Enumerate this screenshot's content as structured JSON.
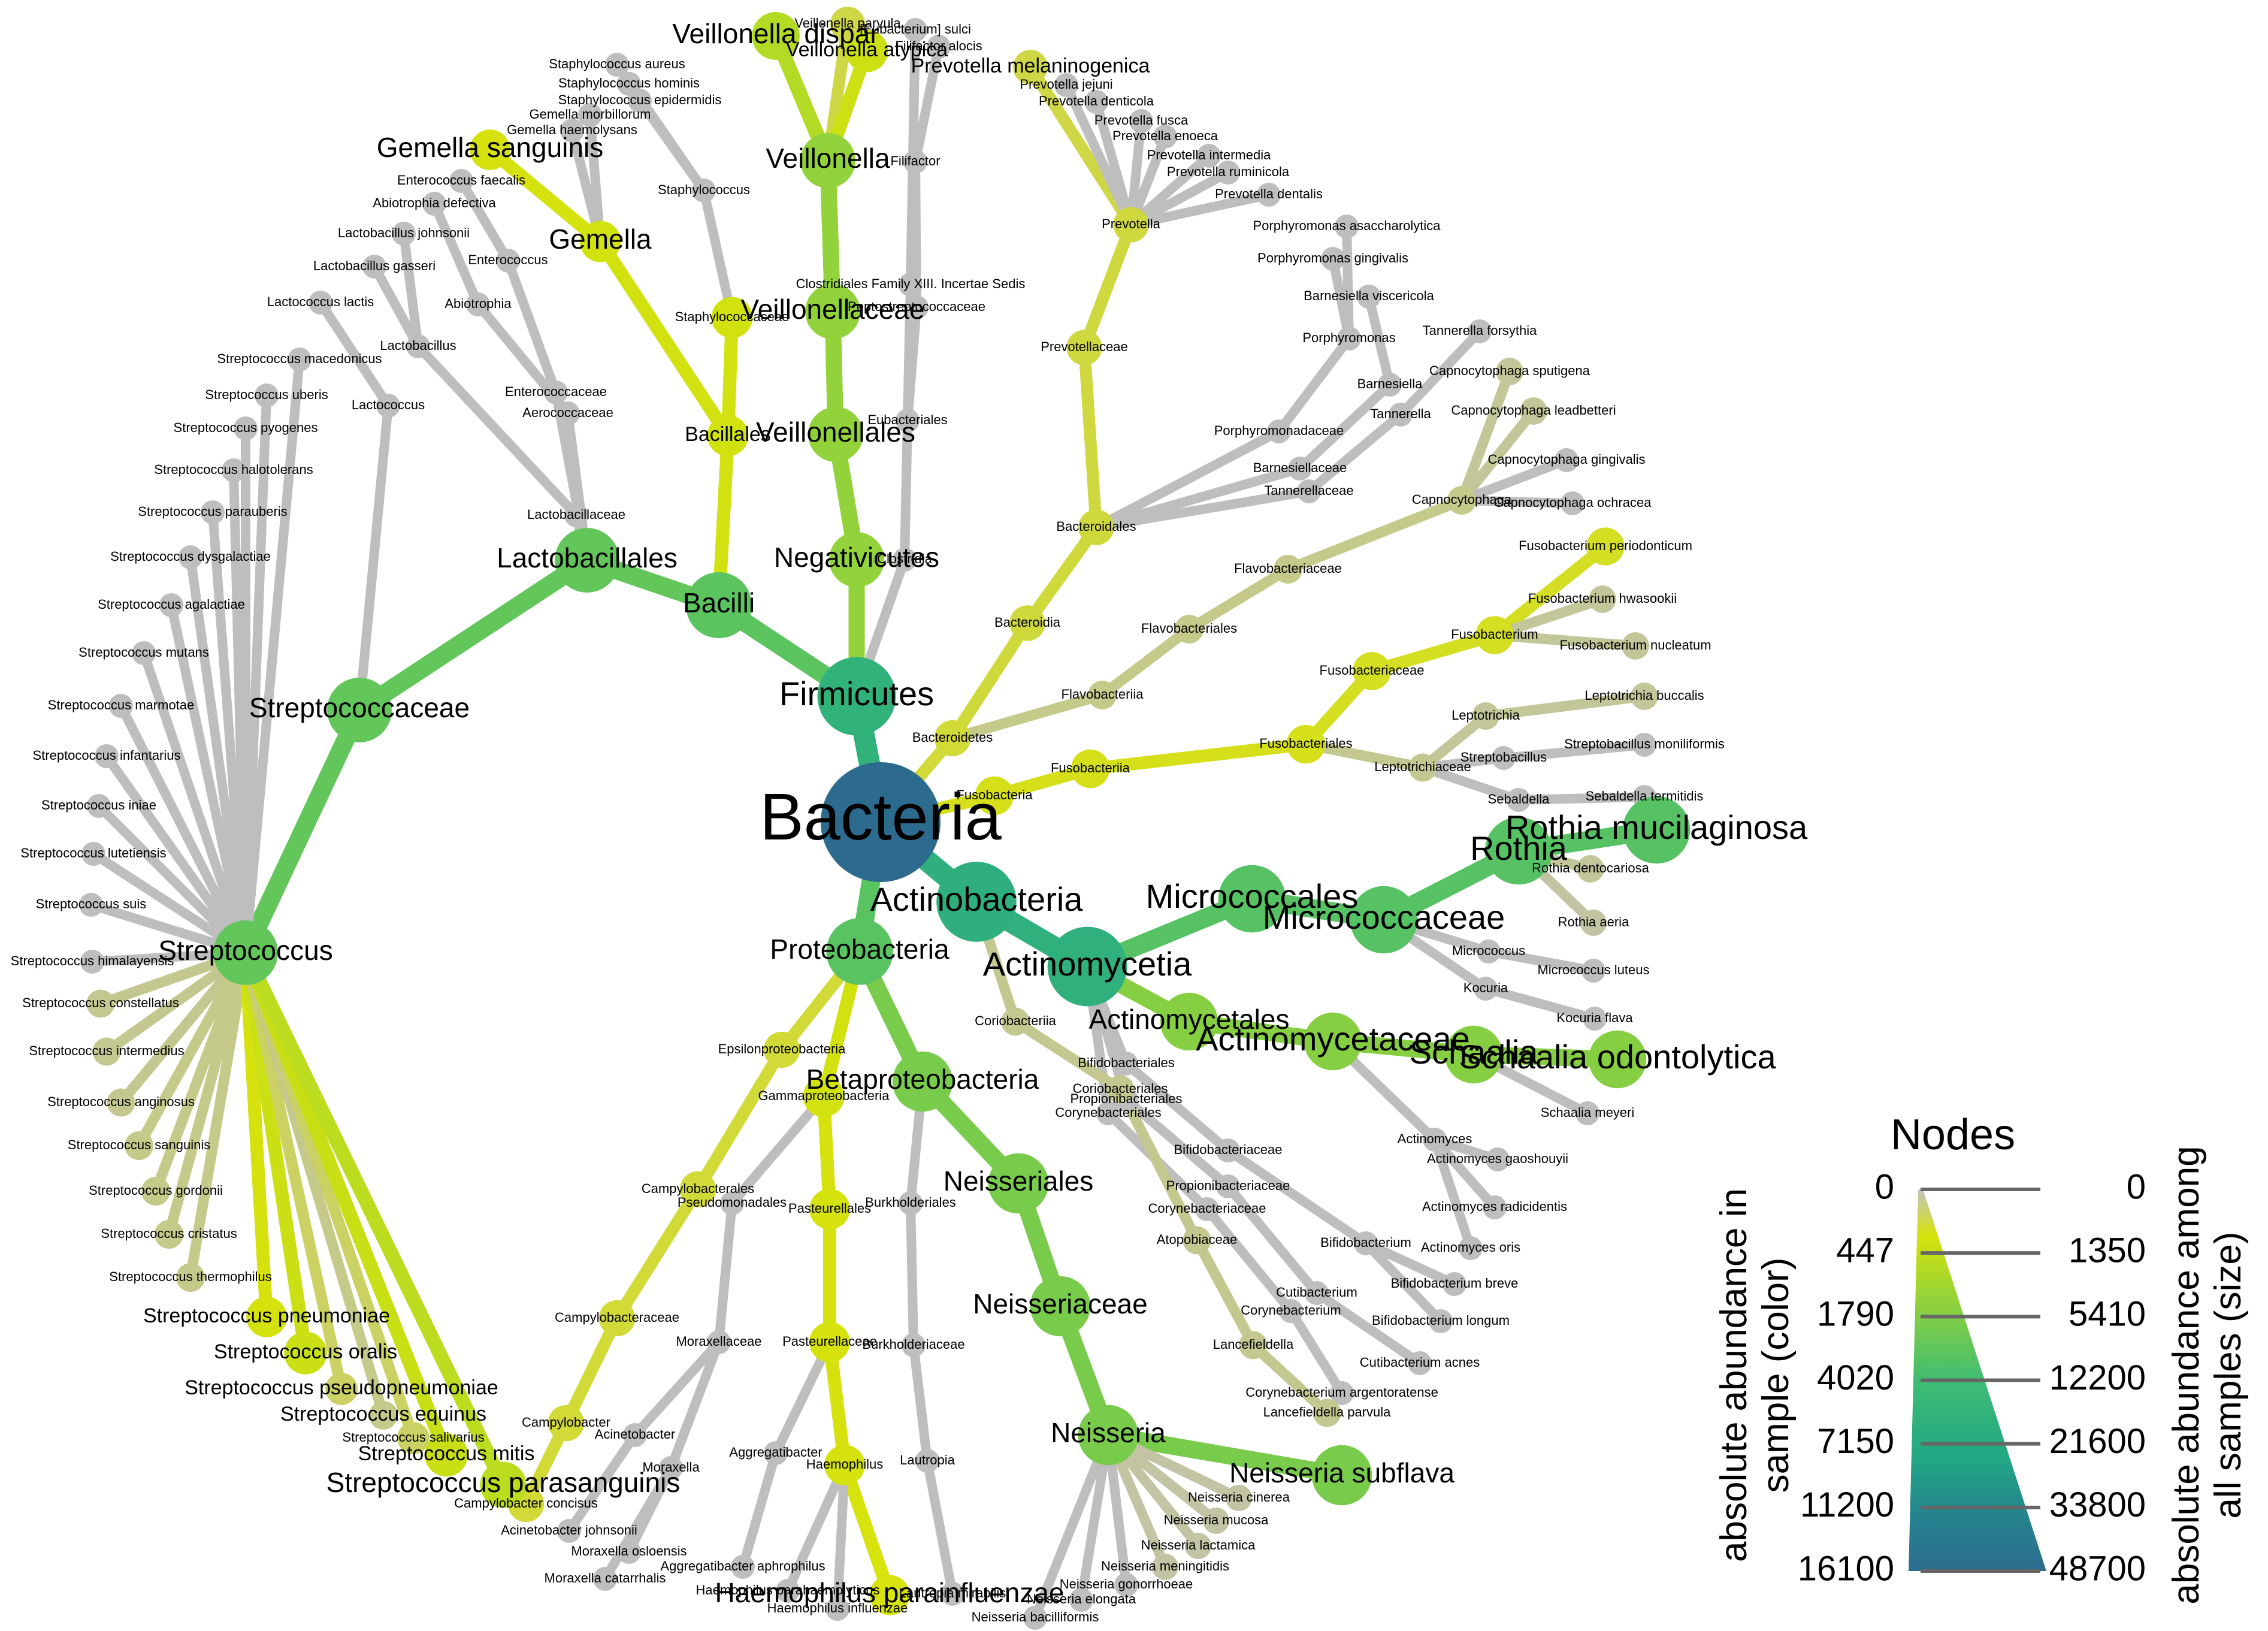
{
  "root": "Bacteria",
  "tree": [
    [
      "Bacteria",
      "Firmicutes"
    ],
    [
      "Bacteria",
      "Actinobacteria"
    ],
    [
      "Bacteria",
      "Proteobacteria"
    ],
    [
      "Bacteria",
      "Bacteroidetes"
    ],
    [
      "Bacteria",
      "Fusobacteria"
    ],
    [
      "Firmicutes",
      "Bacilli"
    ],
    [
      "Firmicutes",
      "Negativicutes"
    ],
    [
      "Firmicutes",
      "Clostridia"
    ],
    [
      "Bacilli",
      "Lactobacillales"
    ],
    [
      "Bacilli",
      "Bacillales"
    ],
    [
      "Lactobacillales",
      "Streptococcaceae"
    ],
    [
      "Lactobacillales",
      "Lactobacillaceae"
    ],
    [
      "Lactobacillales",
      "Aerococcaceae"
    ],
    [
      "Lactobacillales",
      "Enterococcaceae"
    ],
    [
      "Streptococcaceae",
      "Streptococcus"
    ],
    [
      "Streptococcaceae",
      "Lactococcus"
    ],
    [
      "Lactococcus",
      "Lactococcus lactis"
    ],
    [
      "Lactobacillaceae",
      "Lactobacillus"
    ],
    [
      "Lactobacillus",
      "Lactobacillus johnsonii"
    ],
    [
      "Lactobacillus",
      "Lactobacillus gasseri"
    ],
    [
      "Aerococcaceae",
      "Abiotrophia"
    ],
    [
      "Abiotrophia",
      "Abiotrophia defectiva"
    ],
    [
      "Enterococcaceae",
      "Enterococcus"
    ],
    [
      "Enterococcus",
      "Enterococcus faecalis"
    ],
    [
      "Bacillales",
      "Staphylococcaceae"
    ],
    [
      "Bacillales",
      "Gemella"
    ],
    [
      "Staphylococcaceae",
      "Staphylococcus"
    ],
    [
      "Staphylococcus",
      "Staphylococcus aureus"
    ],
    [
      "Staphylococcus",
      "Staphylococcus hominis"
    ],
    [
      "Staphylococcus",
      "Staphylococcus epidermidis"
    ],
    [
      "Gemella",
      "Gemella sanguinis"
    ],
    [
      "Gemella",
      "Gemella haemolysans"
    ],
    [
      "Gemella",
      "Gemella morbillorum"
    ],
    [
      "Negativicutes",
      "Veillonellales"
    ],
    [
      "Veillonellales",
      "Veillonellaceae"
    ],
    [
      "Veillonellaceae",
      "Veillonella"
    ],
    [
      "Veillonella",
      "Veillonella dispar"
    ],
    [
      "Veillonella",
      "Veillonella parvula"
    ],
    [
      "Veillonella",
      "Veillonella atypica"
    ],
    [
      "Clostridia",
      "Eubacteriales"
    ],
    [
      "Eubacteriales",
      "Clostridiales Family XIII. Incertae Sedis"
    ],
    [
      "Eubacteriales",
      "Peptostreptococcaceae"
    ],
    [
      "Clostridiales Family XIII. Incertae Sedis",
      "[Eubacterium] sulci"
    ],
    [
      "Peptostreptococcaceae",
      "Filifactor"
    ],
    [
      "Filifactor",
      "Filifactor alocis"
    ],
    [
      "Bacteroidetes",
      "Bacteroidia"
    ],
    [
      "Bacteroidetes",
      "Flavobacteriia"
    ],
    [
      "Bacteroidia",
      "Bacteroidales"
    ],
    [
      "Bacteroidales",
      "Prevotellaceae"
    ],
    [
      "Bacteroidales",
      "Porphyromonadaceae"
    ],
    [
      "Bacteroidales",
      "Barnesiellaceae"
    ],
    [
      "Bacteroidales",
      "Tannerellaceae"
    ],
    [
      "Prevotellaceae",
      "Prevotella"
    ],
    [
      "Prevotella",
      "Prevotella melaninogenica"
    ],
    [
      "Prevotella",
      "Prevotella jejuni"
    ],
    [
      "Prevotella",
      "Prevotella denticola"
    ],
    [
      "Prevotella",
      "Prevotella fusca"
    ],
    [
      "Prevotella",
      "Prevotella enoeca"
    ],
    [
      "Prevotella",
      "Prevotella intermedia"
    ],
    [
      "Prevotella",
      "Prevotella ruminicola"
    ],
    [
      "Prevotella",
      "Prevotella dentalis"
    ],
    [
      "Porphyromonadaceae",
      "Porphyromonas"
    ],
    [
      "Porphyromonas",
      "Porphyromonas asaccharolytica"
    ],
    [
      "Porphyromonas",
      "Porphyromonas gingivalis"
    ],
    [
      "Barnesiellaceae",
      "Barnesiella"
    ],
    [
      "Barnesiella",
      "Barnesiella viscericola"
    ],
    [
      "Tannerellaceae",
      "Tannerella"
    ],
    [
      "Tannerella",
      "Tannerella forsythia"
    ],
    [
      "Flavobacteriia",
      "Flavobacteriales"
    ],
    [
      "Flavobacteriales",
      "Flavobacteriaceae"
    ],
    [
      "Flavobacteriaceae",
      "Capnocytophaga"
    ],
    [
      "Capnocytophaga",
      "Capnocytophaga sputigena"
    ],
    [
      "Capnocytophaga",
      "Capnocytophaga leadbetteri"
    ],
    [
      "Capnocytophaga",
      "Capnocytophaga gingivalis"
    ],
    [
      "Capnocytophaga",
      "Capnocytophaga ochracea"
    ],
    [
      "Fusobacteria",
      "Fusobacteriia"
    ],
    [
      "Fusobacteriia",
      "Fusobacteriales"
    ],
    [
      "Fusobacteriales",
      "Fusobacteriaceae"
    ],
    [
      "Fusobacteriales",
      "Leptotrichiaceae"
    ],
    [
      "Fusobacteriaceae",
      "Fusobacterium"
    ],
    [
      "Fusobacterium",
      "Fusobacterium periodonticum"
    ],
    [
      "Fusobacterium",
      "Fusobacterium hwasookii"
    ],
    [
      "Fusobacterium",
      "Fusobacterium nucleatum"
    ],
    [
      "Leptotrichiaceae",
      "Leptotrichia"
    ],
    [
      "Leptotrichiaceae",
      "Streptobacillus"
    ],
    [
      "Leptotrichiaceae",
      "Sebaldella"
    ],
    [
      "Leptotrichia",
      "Leptotrichia buccalis"
    ],
    [
      "Streptobacillus",
      "Streptobacillus moniliformis"
    ],
    [
      "Sebaldella",
      "Sebaldella termitidis"
    ],
    [
      "Actinobacteria",
      "Actinomycetia"
    ],
    [
      "Actinobacteria",
      "Coriobacteriia"
    ],
    [
      "Actinomycetia",
      "Micrococcales"
    ],
    [
      "Actinomycetia",
      "Actinomycetales"
    ],
    [
      "Actinomycetia",
      "Bifidobacteriales"
    ],
    [
      "Actinomycetia",
      "Propionibacteriales"
    ],
    [
      "Actinomycetia",
      "Corynebacteriales"
    ],
    [
      "Micrococcales",
      "Micrococcaceae"
    ],
    [
      "Micrococcaceae",
      "Rothia"
    ],
    [
      "Micrococcaceae",
      "Micrococcus"
    ],
    [
      "Micrococcaceae",
      "Kocuria"
    ],
    [
      "Rothia",
      "Rothia mucilaginosa"
    ],
    [
      "Rothia",
      "Rothia dentocariosa"
    ],
    [
      "Rothia",
      "Rothia aeria"
    ],
    [
      "Micrococcus",
      "Micrococcus luteus"
    ],
    [
      "Kocuria",
      "Kocuria flava"
    ],
    [
      "Actinomycetales",
      "Actinomycetaceae"
    ],
    [
      "Actinomycetaceae",
      "Schaalia"
    ],
    [
      "Actinomycetaceae",
      "Actinomyces"
    ],
    [
      "Schaalia",
      "Schaalia odontolytica"
    ],
    [
      "Schaalia",
      "Schaalia meyeri"
    ],
    [
      "Actinomyces",
      "Actinomyces gaoshouyii"
    ],
    [
      "Actinomyces",
      "Actinomyces radicidentis"
    ],
    [
      "Actinomyces",
      "Actinomyces oris"
    ],
    [
      "Bifidobacteriales",
      "Bifidobacteriaceae"
    ],
    [
      "Bifidobacteriaceae",
      "Bifidobacterium"
    ],
    [
      "Bifidobacterium",
      "Bifidobacterium breve"
    ],
    [
      "Bifidobacterium",
      "Bifidobacterium longum"
    ],
    [
      "Propionibacteriales",
      "Propionibacteriaceae"
    ],
    [
      "Propionibacteriaceae",
      "Cutibacterium"
    ],
    [
      "Cutibacterium",
      "Cutibacterium acnes"
    ],
    [
      "Corynebacteriales",
      "Corynebacteriaceae"
    ],
    [
      "Corynebacteriaceae",
      "Corynebacterium"
    ],
    [
      "Corynebacterium",
      "Corynebacterium argentoratense"
    ],
    [
      "Coriobacteriia",
      "Coriobacteriales"
    ],
    [
      "Coriobacteriales",
      "Atopobiaceae"
    ],
    [
      "Atopobiaceae",
      "Lancefieldella"
    ],
    [
      "Lancefieldella",
      "Lancefieldella parvula"
    ],
    [
      "Proteobacteria",
      "Betaproteobacteria"
    ],
    [
      "Proteobacteria",
      "Gammaproteobacteria"
    ],
    [
      "Proteobacteria",
      "Epsilonproteobacteria"
    ],
    [
      "Betaproteobacteria",
      "Neisseriales"
    ],
    [
      "Betaproteobacteria",
      "Burkholderiales"
    ],
    [
      "Neisseriales",
      "Neisseriaceae"
    ],
    [
      "Neisseriaceae",
      "Neisseria"
    ],
    [
      "Neisseria",
      "Neisseria subflava"
    ],
    [
      "Neisseria",
      "Neisseria cinerea"
    ],
    [
      "Neisseria",
      "Neisseria mucosa"
    ],
    [
      "Neisseria",
      "Neisseria lactamica"
    ],
    [
      "Neisseria",
      "Neisseria meningitidis"
    ],
    [
      "Neisseria",
      "Neisseria gonorrhoeae"
    ],
    [
      "Neisseria",
      "Neisseria elongata"
    ],
    [
      "Neisseria",
      "Neisseria bacilliformis"
    ],
    [
      "Burkholderiales",
      "Burkholderiaceae"
    ],
    [
      "Burkholderiaceae",
      "Lautropia"
    ],
    [
      "Lautropia",
      "Lautropia mirabilis"
    ],
    [
      "Gammaproteobacteria",
      "Pasteurellales"
    ],
    [
      "Gammaproteobacteria",
      "Pseudomonadales"
    ],
    [
      "Pasteurellales",
      "Pasteurellaceae"
    ],
    [
      "Pasteurellaceae",
      "Haemophilus"
    ],
    [
      "Pasteurellaceae",
      "Aggregatibacter"
    ],
    [
      "Haemophilus",
      "Haemophilus parainfluenzae"
    ],
    [
      "Haemophilus",
      "Haemophilus parahaemolyticus"
    ],
    [
      "Haemophilus",
      "Haemophilus influenzae"
    ],
    [
      "Aggregatibacter",
      "Aggregatibacter aphrophilus"
    ],
    [
      "Pseudomonadales",
      "Moraxellaceae"
    ],
    [
      "Moraxellaceae",
      "Acinetobacter"
    ],
    [
      "Moraxellaceae",
      "Moraxella"
    ],
    [
      "Acinetobacter",
      "Acinetobacter johnsonii"
    ],
    [
      "Moraxella",
      "Moraxella osloensis"
    ],
    [
      "Moraxella",
      "Moraxella catarrhalis"
    ],
    [
      "Epsilonproteobacteria",
      "Campylobacterales"
    ],
    [
      "Campylobacterales",
      "Campylobacteraceae"
    ],
    [
      "Campylobacteraceae",
      "Campylobacter"
    ],
    [
      "Campylobacter",
      "Campylobacter concisus"
    ],
    [
      "Streptococcus",
      "Streptococcus macedonicus"
    ],
    [
      "Streptococcus",
      "Streptococcus uberis"
    ],
    [
      "Streptococcus",
      "Streptococcus pyogenes"
    ],
    [
      "Streptococcus",
      "Streptococcus halotolerans"
    ],
    [
      "Streptococcus",
      "Streptococcus parauberis"
    ],
    [
      "Streptococcus",
      "Streptococcus dysgalactiae"
    ],
    [
      "Streptococcus",
      "Streptococcus agalactiae"
    ],
    [
      "Streptococcus",
      "Streptococcus mutans"
    ],
    [
      "Streptococcus",
      "Streptococcus marmotae"
    ],
    [
      "Streptococcus",
      "Streptococcus infantarius"
    ],
    [
      "Streptococcus",
      "Streptococcus iniae"
    ],
    [
      "Streptococcus",
      "Streptococcus lutetiensis"
    ],
    [
      "Streptococcus",
      "Streptococcus suis"
    ],
    [
      "Streptococcus",
      "Streptococcus himalayensis"
    ],
    [
      "Streptococcus",
      "Streptococcus constellatus"
    ],
    [
      "Streptococcus",
      "Streptococcus intermedius"
    ],
    [
      "Streptococcus",
      "Streptococcus anginosus"
    ],
    [
      "Streptococcus",
      "Streptococcus sanguinis"
    ],
    [
      "Streptococcus",
      "Streptococcus gordonii"
    ],
    [
      "Streptococcus",
      "Streptococcus cristatus"
    ],
    [
      "Streptococcus",
      "Streptococcus thermophilus"
    ],
    [
      "Streptococcus",
      "Streptococcus pneumoniae"
    ],
    [
      "Streptococcus",
      "Streptococcus oralis"
    ],
    [
      "Streptococcus",
      "Streptococcus pseudopneumoniae"
    ],
    [
      "Streptococcus",
      "Streptococcus equinus"
    ],
    [
      "Streptococcus",
      "Streptococcus salivarius"
    ],
    [
      "Streptococcus",
      "Streptococcus mitis"
    ],
    [
      "Streptococcus",
      "Streptococcus parasanguinis"
    ]
  ],
  "abundance": {
    "Bacteria": 16100,
    "Firmicutes": 5200,
    "Actinobacteria": 5500,
    "Actinomycetia": 5400,
    "Proteobacteria": 3200,
    "Bacteroidetes": 260,
    "Fusobacteria": 380,
    "Bacilli": 3100,
    "Lactobacillales": 2900,
    "Streptococcaceae": 2900,
    "Streptococcus": 2900,
    "Bacillales": 520,
    "Staphylococcaceae": 520,
    "Gemella": 520,
    "Gemella sanguinis": 480,
    "Negativicutes": 1700,
    "Veillonellales": 1700,
    "Veillonellaceae": 1700,
    "Veillonella": 1700,
    "Veillonella dispar": 1000,
    "Veillonella atypica": 600,
    "Veillonella parvula": 200,
    "Clostridia": 0,
    "Micrococcales": 3300,
    "Micrococcaceae": 3300,
    "Rothia": 3300,
    "Rothia mucilaginosa": 3300,
    "Rothia dentocariosa": 20,
    "Rothia aeria": 10,
    "Actinomycetales": 2000,
    "Actinomycetaceae": 2000,
    "Schaalia": 2000,
    "Schaalia odontolytica": 2000,
    "Betaproteobacteria": 2300,
    "Neisseriales": 2300,
    "Neisseriaceae": 2300,
    "Neisseria": 2300,
    "Neisseria subflava": 2300,
    "Neisseria cinerea": 10,
    "Neisseria mucosa": 10,
    "Neisseria lactamica": 10,
    "Neisseria meningitidis": 10,
    "Gammaproteobacteria": 520,
    "Pasteurellales": 480,
    "Pasteurellaceae": 480,
    "Haemophilus": 480,
    "Haemophilus parainfluenzae": 460,
    "Epsilonproteobacteria": 260,
    "Campylobacterales": 260,
    "Campylobacteraceae": 260,
    "Campylobacter": 260,
    "Campylobacter concisus": 260,
    "Bacteroidia": 240,
    "Bacteroidales": 240,
    "Prevotellaceae": 230,
    "Prevotella": 230,
    "Prevotella melaninogenica": 200,
    "Flavobacteriia": 40,
    "Flavobacteriales": 40,
    "Flavobacteriaceae": 40,
    "Capnocytophaga": 40,
    "Capnocytophaga sputigena": 20,
    "Capnocytophaga leadbetteri": 20,
    "Fusobacteriia": 380,
    "Fusobacteriales": 380,
    "Fusobacteriaceae": 350,
    "Fusobacterium": 350,
    "Fusobacterium periodonticum": 340,
    "Fusobacterium hwasookii": 20,
    "Fusobacterium nucleatum": 20,
    "Leptotrichiaceae": 30,
    "Leptotrichia": 20,
    "Leptotrichia buccalis": 20,
    "Streptococcus parasanguinis": 860,
    "Streptococcus mitis": 660,
    "Streptococcus salivarius": 120,
    "Streptococcus equinus": 40,
    "Streptococcus pseudopneumoniae": 120,
    "Streptococcus oralis": 620,
    "Streptococcus pneumoniae": 480,
    "Streptococcus thermophilus": 40,
    "Streptococcus cristatus": 40,
    "Streptococcus gordonii": 40,
    "Streptococcus sanguinis": 40,
    "Streptococcus anginosus": 30,
    "Streptococcus intermedius": 30,
    "Streptococcus constellatus": 30,
    "Coriobacteriia": 30,
    "Coriobacteriales": 30,
    "Atopobiaceae": 30,
    "Lancefieldella": 30,
    "Lancefieldella parvula": 30
  },
  "big_labels": [
    "Bacteria",
    "Firmicutes",
    "Actinobacteria",
    "Actinomycetia",
    "Proteobacteria",
    "Bacilli",
    "Negativicutes",
    "Lactobacillales",
    "Streptococcaceae",
    "Streptococcus",
    "Veillonellales",
    "Veillonellaceae",
    "Veillonella",
    "Veillonella dispar",
    "Gemella",
    "Gemella sanguinis",
    "Micrococcales",
    "Micrococcaceae",
    "Rothia",
    "Rothia mucilaginosa",
    "Actinomycetales",
    "Actinomycetaceae",
    "Schaalia",
    "Schaalia odontolytica",
    "Betaproteobacteria",
    "Neisseriales",
    "Neisseriaceae",
    "Neisseria",
    "Neisseria subflava",
    "Streptococcus parasanguinis",
    "Streptococcus mitis",
    "Streptococcus equinus",
    "Streptococcus pseudopneumoniae",
    "Streptococcus oralis",
    "Streptococcus pneumoniae",
    "Haemophilus parainfluenzae",
    "Bacillales",
    "Veillonella atypica",
    "Prevotella melaninogenica"
  ],
  "legend": {
    "title": "Nodes",
    "color_label_1": "absolute abundance in",
    "color_label_2": "sample (color)",
    "size_label_1": "absolute abundance among",
    "size_label_2": "all samples (size)",
    "color_breaks": [
      "0",
      "447",
      "1790",
      "4020",
      "7150",
      "11200",
      "16100"
    ],
    "size_breaks": [
      "0",
      "1350",
      "5410",
      "12200",
      "21600",
      "33800",
      "48700"
    ],
    "max_color_value": 16100,
    "palette": [
      "#bebebe",
      "#d7e30c",
      "#8fd13d",
      "#3fbc73",
      "#20a386",
      "#287c8e",
      "#2d6b8e"
    ]
  }
}
